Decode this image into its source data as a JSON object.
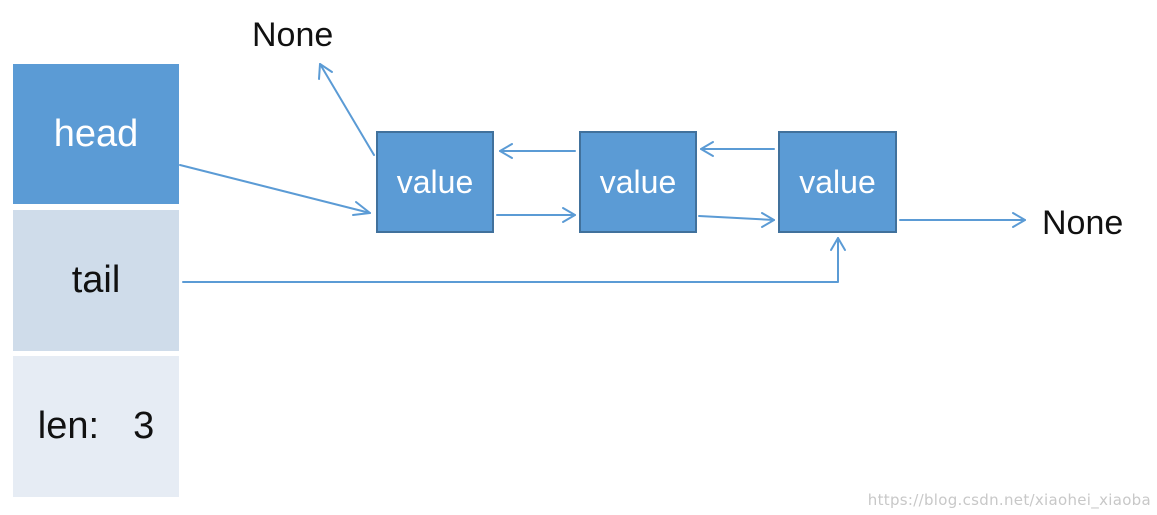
{
  "struct": {
    "head_label": "head",
    "tail_label": "tail",
    "len_label": "len:",
    "len_value": "3"
  },
  "nodes": [
    {
      "label": "value"
    },
    {
      "label": "value"
    },
    {
      "label": "value"
    }
  ],
  "none_labels": {
    "prev_none": "None",
    "next_none": "None"
  },
  "colors": {
    "node_fill": "#5b9bd5",
    "head_fill": "#5b9bd5",
    "tail_fill": "#cfdcea",
    "len_fill": "#e6ecf4",
    "arrow": "#5b9bd5"
  },
  "watermark": "https://blog.csdn.net/xiaohei_xiaoba"
}
